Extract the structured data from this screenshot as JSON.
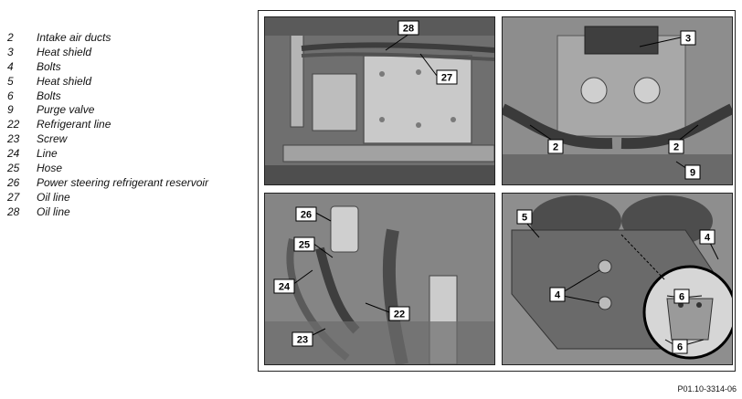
{
  "legend": [
    {
      "num": "2",
      "label": "Intake air ducts"
    },
    {
      "num": "3",
      "label": "Heat shield"
    },
    {
      "num": "4",
      "label": "Bolts"
    },
    {
      "num": "5",
      "label": "Heat shield"
    },
    {
      "num": "6",
      "label": "Bolts"
    },
    {
      "num": "9",
      "label": "Purge valve"
    },
    {
      "num": "22",
      "label": "Refrigerant line"
    },
    {
      "num": "23",
      "label": "Screw"
    },
    {
      "num": "24",
      "label": "Line"
    },
    {
      "num": "25",
      "label": "Hose"
    },
    {
      "num": "26",
      "label": "Power steering refrigerant reservoir"
    },
    {
      "num": "27",
      "label": "Oil line"
    },
    {
      "num": "28",
      "label": "Oil line"
    }
  ],
  "panels": {
    "top_left": {
      "callouts": [
        "28",
        "27"
      ]
    },
    "top_right": {
      "callouts": [
        "3",
        "2",
        "2",
        "9"
      ]
    },
    "bottom_left": {
      "callouts": [
        "26",
        "25",
        "24",
        "22",
        "23"
      ]
    },
    "bottom_right": {
      "callouts": [
        "5",
        "4",
        "4",
        "6",
        "6"
      ]
    }
  },
  "reference": "P01.10-3314-06"
}
